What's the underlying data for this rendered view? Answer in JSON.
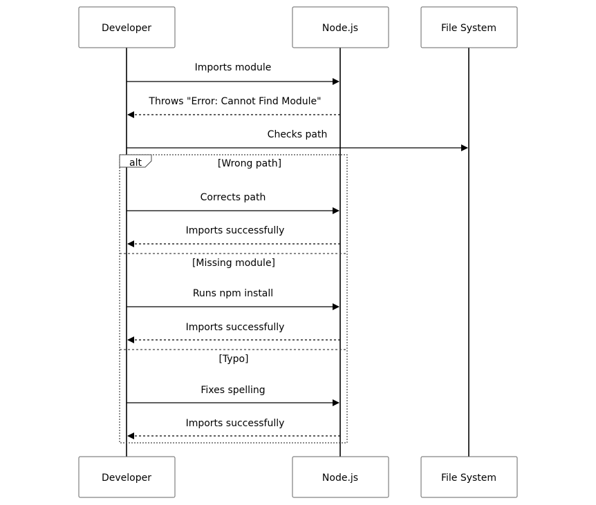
{
  "participants": [
    {
      "id": "dev",
      "label": "Developer"
    },
    {
      "id": "node",
      "label": "Node.js"
    },
    {
      "id": "fs",
      "label": "File System"
    }
  ],
  "messages": [
    {
      "from": "dev",
      "to": "node",
      "label": "Imports module",
      "style": "solid"
    },
    {
      "from": "node",
      "to": "dev",
      "label": "Throws \"Error: Cannot Find Module\"",
      "style": "dashed"
    },
    {
      "from": "dev",
      "to": "fs",
      "label": "Checks path",
      "style": "solid"
    },
    {
      "from": "dev",
      "to": "node",
      "label": "Corrects path",
      "style": "solid"
    },
    {
      "from": "node",
      "to": "dev",
      "label": "Imports successfully",
      "style": "dashed"
    },
    {
      "from": "dev",
      "to": "node",
      "label": "Runs npm install",
      "style": "solid"
    },
    {
      "from": "node",
      "to": "dev",
      "label": "Imports successfully",
      "style": "dashed"
    },
    {
      "from": "dev",
      "to": "node",
      "label": "Fixes spelling",
      "style": "solid"
    },
    {
      "from": "node",
      "to": "dev",
      "label": "Imports successfully",
      "style": "dashed"
    }
  ],
  "alt_frame": {
    "label": "alt",
    "conditions": [
      "[Wrong path]",
      "[Missing module]",
      "[Typo]"
    ]
  }
}
